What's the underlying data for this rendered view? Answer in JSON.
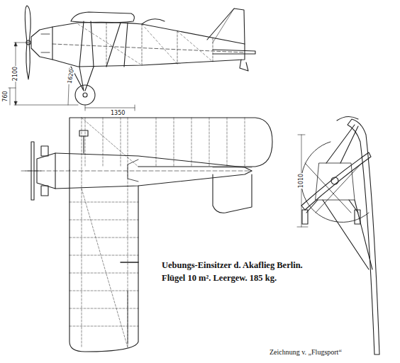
{
  "diagram": {
    "labels": [
      "2100",
      "1620",
      "760",
      "1350",
      "1010",
      "Uebungs-Einsitzer d. Akaflieg Berlin.",
      "Flügel 10 m². Leergew. 185 kg.",
      "Zeichnung v. „Flugsport“"
    ]
  }
}
